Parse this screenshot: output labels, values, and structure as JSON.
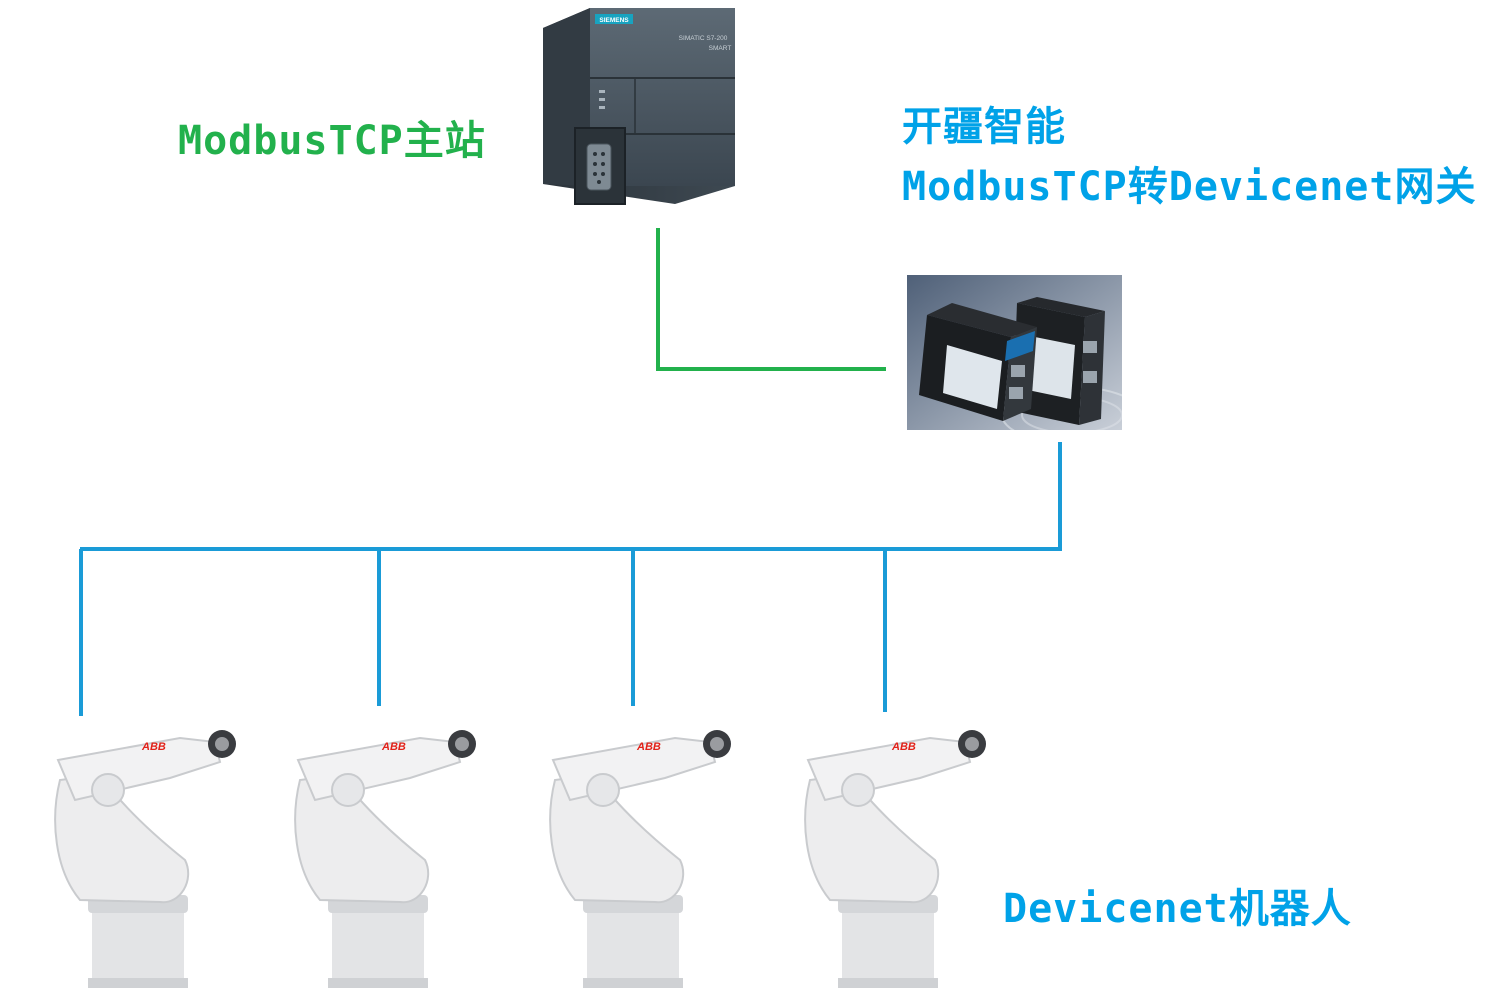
{
  "labels": {
    "master": "ModbusTCP主站",
    "gateway_title": "开疆智能",
    "gateway_sub": "ModbusTCP转Devicenet网关",
    "robots": "Devicenet机器人"
  },
  "devices": {
    "plc_brand": "SIEMENS",
    "plc_model": "SIMATIC S7-200",
    "plc_model2": "SMART",
    "robot_brand": "ABB"
  },
  "colors": {
    "master_text": "#22b14c",
    "gateway_text": "#00a2e8",
    "robot_text": "#00a2e8",
    "ethernet_wire": "#22b14c",
    "devicenet_wire": "#1a9bd7"
  },
  "icons": [
    "plc-icon",
    "gateway-icon",
    "robot-arm-icon"
  ]
}
